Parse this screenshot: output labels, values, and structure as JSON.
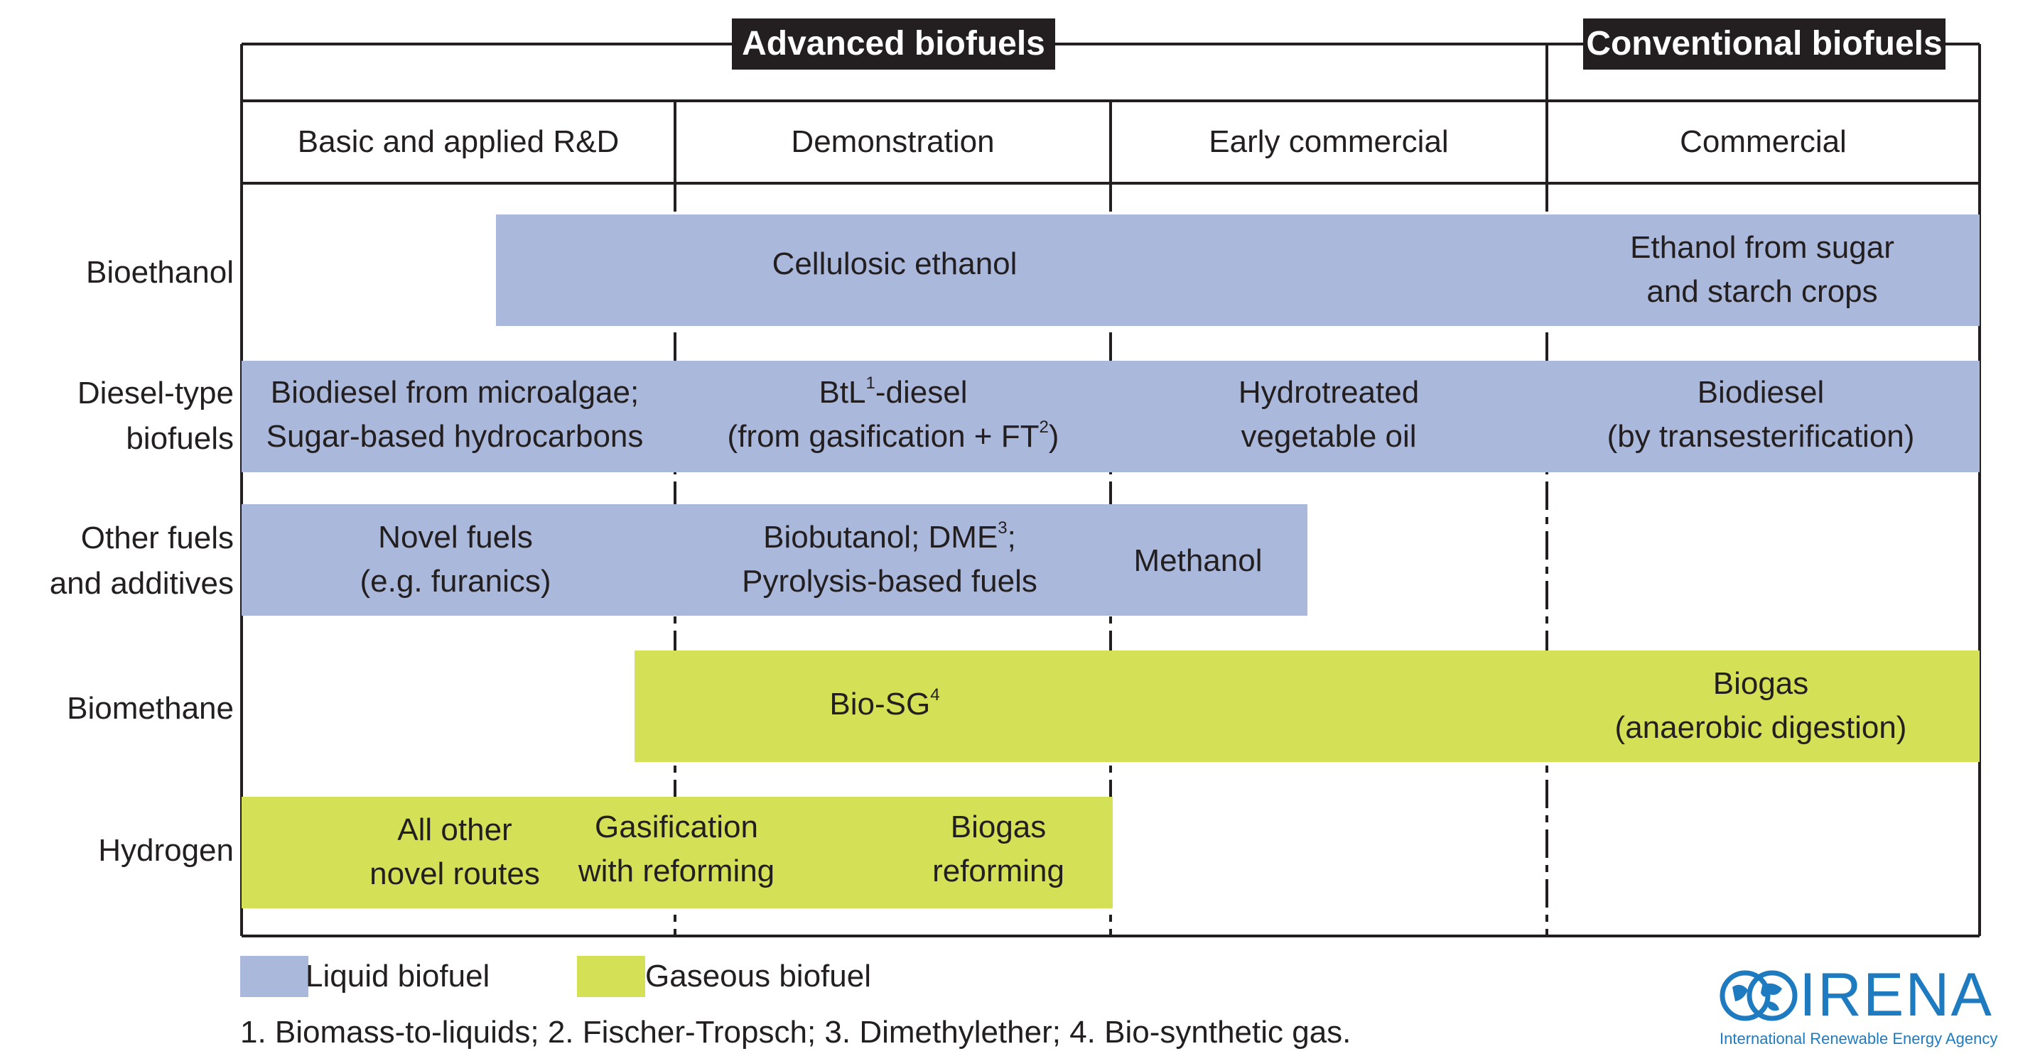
{
  "header": {
    "advanced_label": "Advanced biofuels",
    "conventional_label": "Conventional biofuels"
  },
  "stages": [
    "Basic and applied R&D",
    "Demonstration",
    "Early commercial",
    "Commercial"
  ],
  "rows": {
    "bioethanol": "Bioethanol",
    "diesel_line1": "Diesel-type",
    "diesel_line2": "biofuels",
    "other_line1": "Other fuels",
    "other_line2": "and additives",
    "biomethane": "Biomethane",
    "hydrogen": "Hydrogen"
  },
  "bars": {
    "cellulosic": "Cellulosic ethanol",
    "ethanol_sugar_1": "Ethanol from sugar",
    "ethanol_sugar_2": "and starch crops",
    "microalgae_1": "Biodiesel from microalgae;",
    "microalgae_2": "Sugar-based hydrocarbons",
    "btl_1_pre": "BtL",
    "btl_1_sup": "1",
    "btl_1_post": "-diesel",
    "btl_2_pre": "(from gasification + FT",
    "btl_2_sup": "2",
    "btl_2_post": ")",
    "hvo_1": "Hydrotreated",
    "hvo_2": "vegetable oil",
    "biodiesel_1": "Biodiesel",
    "biodiesel_2": "(by transesterification)",
    "novel_1": "Novel fuels",
    "novel_2": "(e.g. furanics)",
    "biobutanol_1_pre": "Biobutanol; DME",
    "biobutanol_1_sup": "3",
    "biobutanol_1_post": ";",
    "biobutanol_2": "Pyrolysis-based fuels",
    "methanol": "Methanol",
    "biosg_pre": "Bio-SG",
    "biosg_sup": "4",
    "biogas_1": "Biogas",
    "biogas_2": "(anaerobic digestion)",
    "h2_other_1": "All other",
    "h2_other_2": "novel routes",
    "h2_gasif_1": "Gasification",
    "h2_gasif_2": "with reforming",
    "h2_biogas_1": "Biogas",
    "h2_biogas_2": "reforming"
  },
  "legend": {
    "liquid": "Liquid biofuel",
    "gaseous": "Gaseous biofuel"
  },
  "colors": {
    "liquid": "#aab8db",
    "gaseous": "#d4e157",
    "irena_blue": "#1f7bbf"
  },
  "footnote": "1. Biomass-to-liquids; 2. Fischer-Tropsch; 3. Dimethylether; 4. Bio-synthetic gas.",
  "logo": {
    "name": "IRENA",
    "subtitle": "International Renewable Energy Agency"
  }
}
